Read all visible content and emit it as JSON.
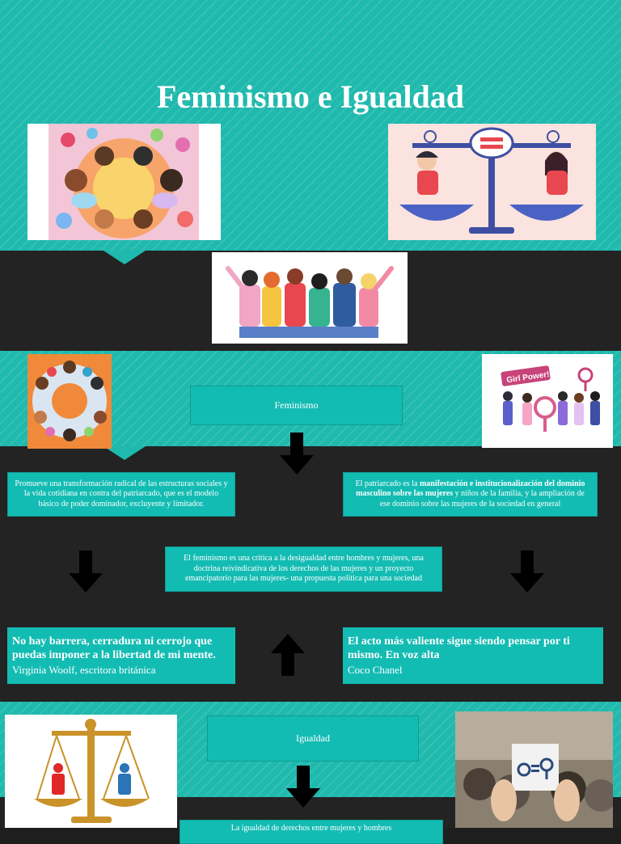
{
  "title": "Feminismo e Igualdad",
  "labels": {
    "feminismo": "Feminismo",
    "igualdad": "Igualdad"
  },
  "boxes": {
    "left": "Promueve una transformación radical de las estructuras sociales y la vida cotidiana en contra del patriarcado, que es el modelo básico de poder dominador, excluyente y limitador.",
    "right_pre": "El patriarcado es la ",
    "right_bold": "manifestación e institucionalización del dominio masculino sobre las mujeres",
    "right_post": " y niños de la familia, y la ampliación de ese dominio sobre las mujeres de la sociedad en general",
    "center": "El feminismo es una crítica a la desigualdad entre hombres y mujeres, una doctrina reivindicativa de los derechos de las mujeres y un proyecto emancipatorio para las mujeres- una propuesta política para una sociedad",
    "bottom_partial": "La igualdad de derechos entre mujeres y hombres"
  },
  "quotes": [
    {
      "text": "No hay barrera, cerradura ni cerrojo que puedas imponer a la libertad de mi mente.",
      "author": "Virginia Woolf, escritora británica"
    },
    {
      "text": "El acto más valiente sigue siendo pensar por ti mismo. En voz alta",
      "author": "Coco Chanel"
    }
  ],
  "image_text": {
    "girl_power": "Girl Power!"
  },
  "colors": {
    "teal": "#1fb9ad",
    "box_teal": "#13bcb3",
    "dark": "#232323"
  }
}
